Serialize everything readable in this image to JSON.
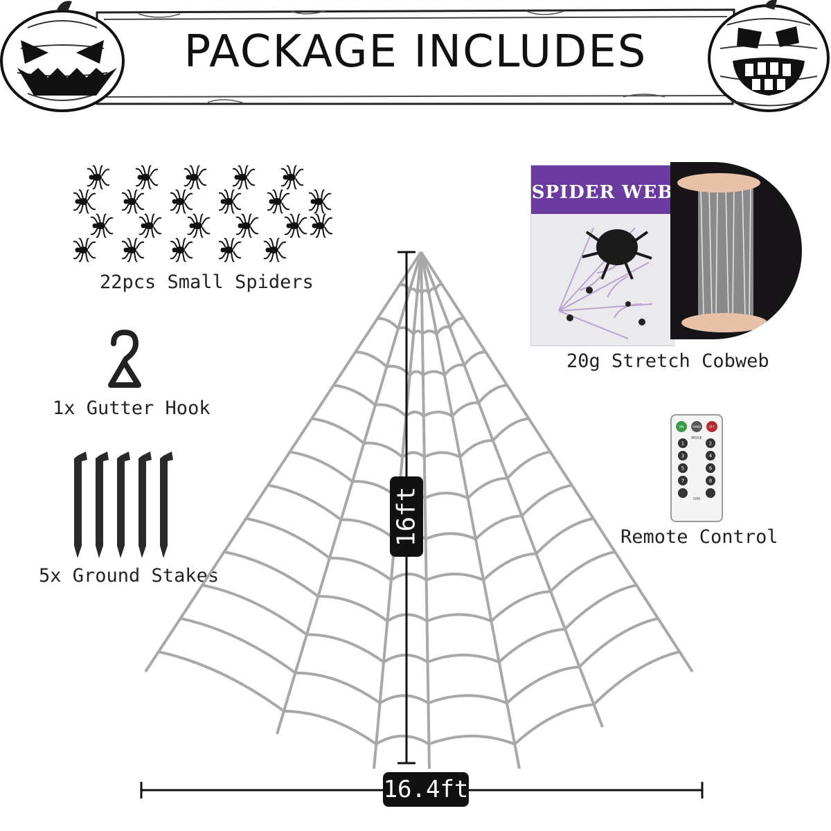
{
  "banner": {
    "title": "PACKAGE INCLUDES"
  },
  "items": {
    "spiders": "22pcs Small Spiders",
    "cobweb": "20g Stretch Cobweb",
    "hook": "1x Gutter Hook",
    "stakes": "5x Ground Stakes",
    "remote": "Remote Control"
  },
  "package": {
    "title": "SPIDER WEB"
  },
  "dimensions": {
    "height": "16ft",
    "width": "16.4ft"
  },
  "remote_buttons": {
    "top": [
      "ON",
      "TIMER",
      "OFF"
    ],
    "mode": "MODE",
    "dim": "DIM",
    "keys": [
      "1",
      "2",
      "3",
      "4",
      "5",
      "6",
      "7",
      "8"
    ]
  },
  "colors": {
    "web": "#a8a8a8",
    "package_purple": "#6a3ba0",
    "badge": "#111111"
  },
  "icons": [
    "pumpkin-left-icon",
    "pumpkin-right-icon",
    "spider-icon",
    "gutter-hook-icon",
    "ground-stake-icon",
    "remote-icon"
  ]
}
